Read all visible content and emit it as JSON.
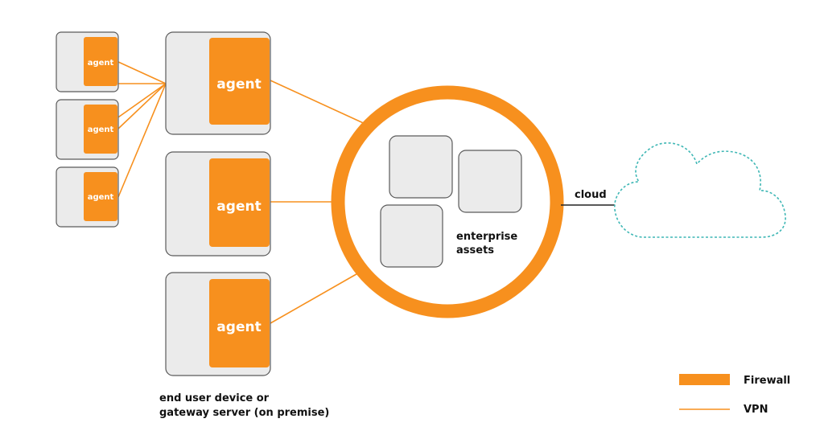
{
  "agents": {
    "small": [
      "agent",
      "agent",
      "agent"
    ],
    "large": [
      "agent",
      "agent",
      "agent"
    ]
  },
  "devices_caption": {
    "line1": "end user device or",
    "line2": "gateway server (on premise)"
  },
  "enterprise_label": {
    "line1": "enterprise",
    "line2": "assets"
  },
  "cloud_label": "cloud",
  "legend": {
    "firewall": "Firewall",
    "vpn": "VPN"
  },
  "colors": {
    "orange": "#F7901E",
    "box_fill": "#EBEBEB",
    "box_stroke": "#5A5A5A",
    "cloud_stroke": "#3FB7B5",
    "line_dark": "#222222"
  }
}
